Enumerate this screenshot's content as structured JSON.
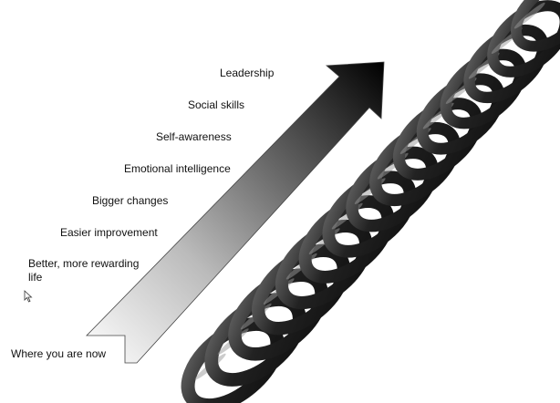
{
  "steps": [
    {
      "label": "Leadership"
    },
    {
      "label": "Social skills"
    },
    {
      "label": "Self-awareness"
    },
    {
      "label": "Emotional intelligence"
    },
    {
      "label": "Bigger changes"
    },
    {
      "label": "Easier improvement"
    },
    {
      "label": "Better, more rewarding life"
    },
    {
      "label": "Where you are now"
    }
  ],
  "colors": {
    "arrow_top": "#000000",
    "arrow_bottom": "#ffffff",
    "coil": "#2a2a2a"
  }
}
